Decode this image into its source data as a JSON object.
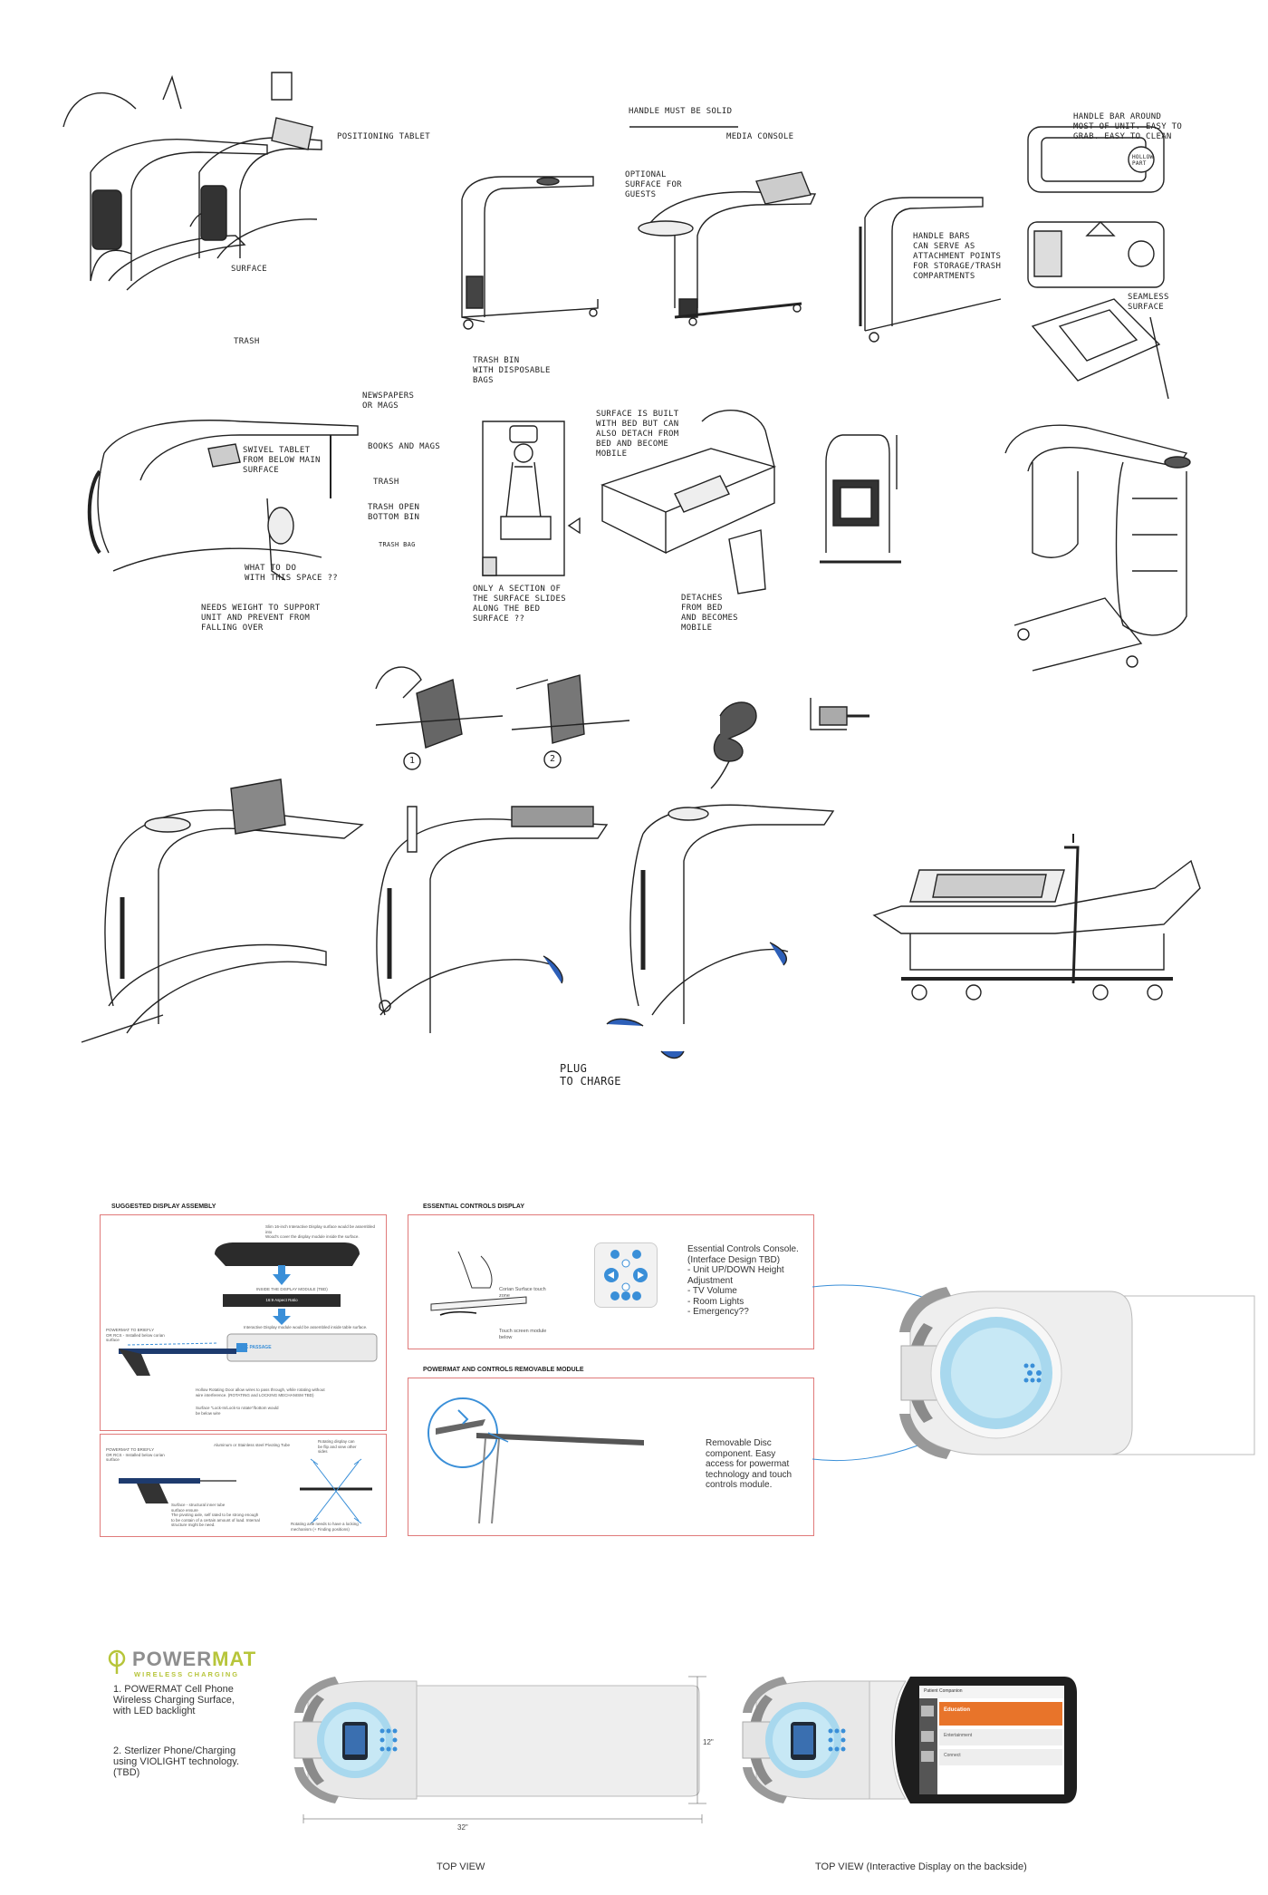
{
  "sketch_notes": {
    "positioning_tablet": "POSITIONING TABLET",
    "surface": "SURFACE",
    "trash": "TRASH",
    "handle_must_be_solid": "HANDLE MUST BE SOLID",
    "media_console": "MEDIA CONSOLE",
    "optional_surface_guests": "OPTIONAL\nSURFACE FOR\nGUESTS",
    "trash_bin_disposable_bags": "TRASH BIN\nWITH DISPOSABLE\nBAGS",
    "handle_bar_around": "HANDLE BAR AROUND\nMOST OF UNIT. EASY TO\nGRAB. EASY TO CLEAN",
    "hollow_part": "HOLLOW\nPART",
    "handle_bars_attachment": "HANDLE BARS\nCAN SERVE AS\nATTACHMENT POINTS\nFOR STORAGE/TRASH\nCOMPARTMENTS",
    "seamless_surface": "SEAMLESS\nSURFACE",
    "newspapers_mags": "NEWSPAPERS\nOR MAGS",
    "books_mags": "BOOKS AND MAGS",
    "swivel_tablet": "SWIVEL TABLET\nFROM BELOW MAIN\nSURFACE",
    "trash_2": "TRASH",
    "trash_open_bottom": "TRASH OPEN\nBOTTOM BIN",
    "trash_bag": "TRASH BAG",
    "what_to_do": "WHAT TO DO\nWITH THIS SPACE ??",
    "needs_weight": "NEEDS WEIGHT TO SUPPORT\nUNIT AND PREVENT FROM\nFALLING OVER",
    "surface_built_bed": "SURFACE IS BUILT\nWITH BED BUT CAN\nALSO DETACH FROM\nBED AND BECOME\nMOBILE",
    "only_section_slides": "ONLY A SECTION OF\nTHE SURFACE SLIDES\nALONG THE BED\nSURFACE ??",
    "detaches_bed_mobile": "DETACHES\nFROM BED\nAND BECOMES\nMOBILE",
    "step_1": "1",
    "step_2": "2",
    "plug_to_charge": "PLUG\nTO CHARGE"
  },
  "panels": {
    "suggested_display": {
      "title": "SUGGESTED DISPLAY ASSEMBLY",
      "note_top": "Slim 16-inch Interactive Display surface would be assembled into\nWood's cover the display module inside the surface.",
      "bar_label": "16:9 Aspect Ratio",
      "inside_module": "INSIDE THE DISPLAY MODULE (TBD)",
      "note_mid": "Interactive Display module would be assembled inside table surface.",
      "powermat_left": "POWERMAT TO BRIEFLY\nOR RCS - Installed below corian\nsurface",
      "wire_passage": "WIRE PASSAGE",
      "note_rotating": "Hollow Rotating Door allow wires to pass through, while rotating without\nwire interference. (ROTATING and LOCKING MECHANISM TBD)",
      "note_surface": "Surface \"Lock-In/Lock-to rotate\"/bottom would\nbe below wire"
    },
    "display_rotation": {
      "powermat_left": "POWERMAT TO BRIEFLY\nOR RCS - Installed below corian\nsurface",
      "note_top": "Aluminum or Stainless steel Pivoting Tube",
      "note_rotating": "Rotating display can\nbe flip and view other\nsides",
      "note_surface": "Surface - structural inner tube\nsurface ensure\nThe pivoting axle, self rated to be strong enough\nto be contain of a certain amount of load. Internal\nstructure might be need.",
      "note_bottom": "Rotating axle needs to have a locking\nmechanism (+ Finding positions)"
    },
    "essential_controls": {
      "title": "ESSENTIAL CONTROLS DISPLAY",
      "corian_label": "Corian Surface touch\nzone",
      "touch_label": "Touch screen module\nbelow",
      "console_text": "Essential Controls Console.\n(Interface Design TBD)\n- Unit UP/DOWN Height\nAdjustment\n- TV Volume\n- Room Lights\n- Emergency??"
    },
    "powermat_module": {
      "title": "POWERMAT AND CONTROLS REMOVABLE MODULE",
      "text": "Removable Disc\ncomponent.  Easy\naccess for powermat\ntechnology and touch\ncontrols module."
    }
  },
  "bottom": {
    "brand_word_a": "POWER",
    "brand_word_b": "MAT",
    "brand_sub": "WIRELESS CHARGING",
    "feature_1": "1. POWERMAT Cell Phone\nWireless Charging Surface,\nwith LED backlight",
    "feature_2": "2. Sterlizer Phone/Charging\nusing VIOLIGHT technology.\n(TBD)",
    "dim_depth": "12\"",
    "dim_width": "32\"",
    "caption_left": "TOP VIEW",
    "caption_right": "TOP VIEW (Interactive Display on the backside)",
    "screen_header": "Patient Companion",
    "screen_item_1": "Education",
    "screen_item_2": "Entertainment",
    "screen_item_3": "Connect"
  },
  "colors": {
    "panel_border": "#e07a7a",
    "accent_blue": "#3a8fd8",
    "glow": "#a8d8ee",
    "powermat_green": "#b7c53a",
    "screen_orange": "#e8742a"
  }
}
